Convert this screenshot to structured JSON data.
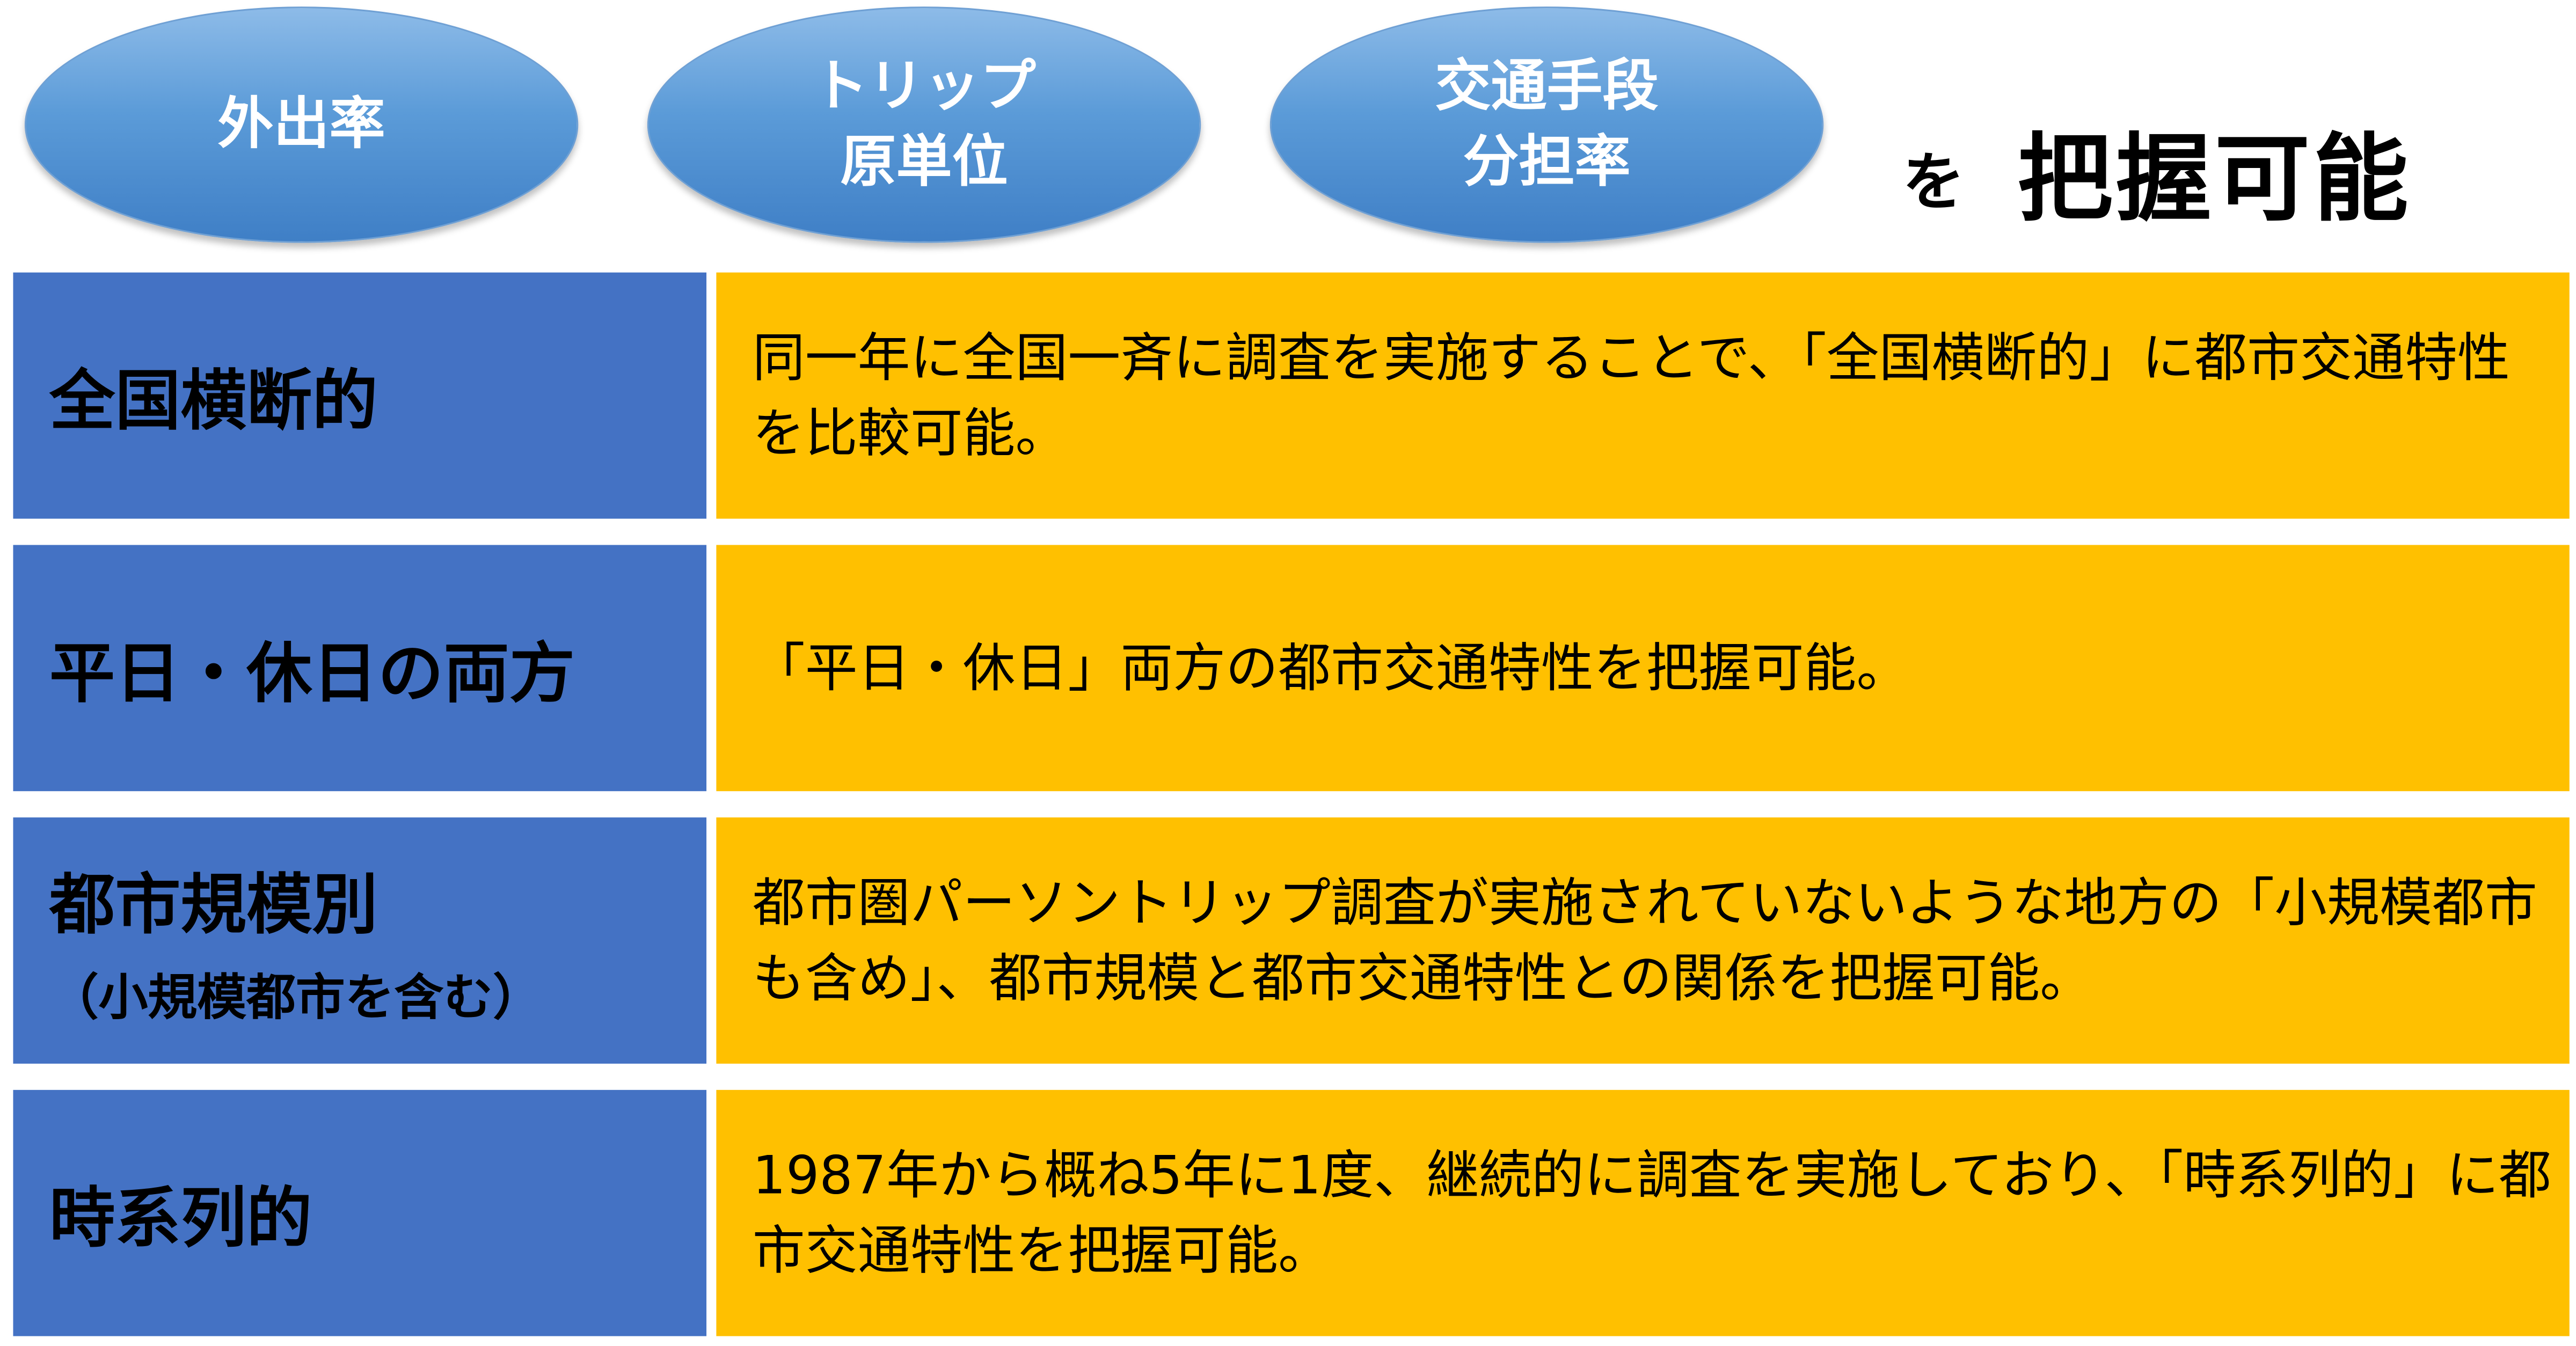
{
  "header": {
    "metrics": [
      "外出率",
      "トリップ\n原単位",
      "交通手段\n分担率"
    ],
    "particle": "を",
    "capable": "把握可能"
  },
  "rows": [
    {
      "label": "全国横断的",
      "sublabel": "",
      "text": "同一年に全国一斉に調査を実施することで、「全国横断的」に都市交通特性を比較可能。"
    },
    {
      "label": "平日・休日の両方",
      "sublabel": "",
      "text": "「平日・休日」両方の都市交通特性を把握可能。"
    },
    {
      "label": "都市規模別",
      "sublabel": "（小規模都市を含む）",
      "text": "都市圏パーソントリップ調査が実施されていないような地方の「小規模都市も含め」、都市規模と都市交通特性との関係を把握可能。"
    },
    {
      "label": "時系列的",
      "sublabel": "",
      "text": "1987年から概ね5年に1度、継続的に調査を実施しており、「時系列的」に都市交通特性を把握可能。"
    }
  ],
  "colors": {
    "label_bg": "#4472c4",
    "text_bg": "#ffc000",
    "ellipse": "#5b9bd8"
  }
}
